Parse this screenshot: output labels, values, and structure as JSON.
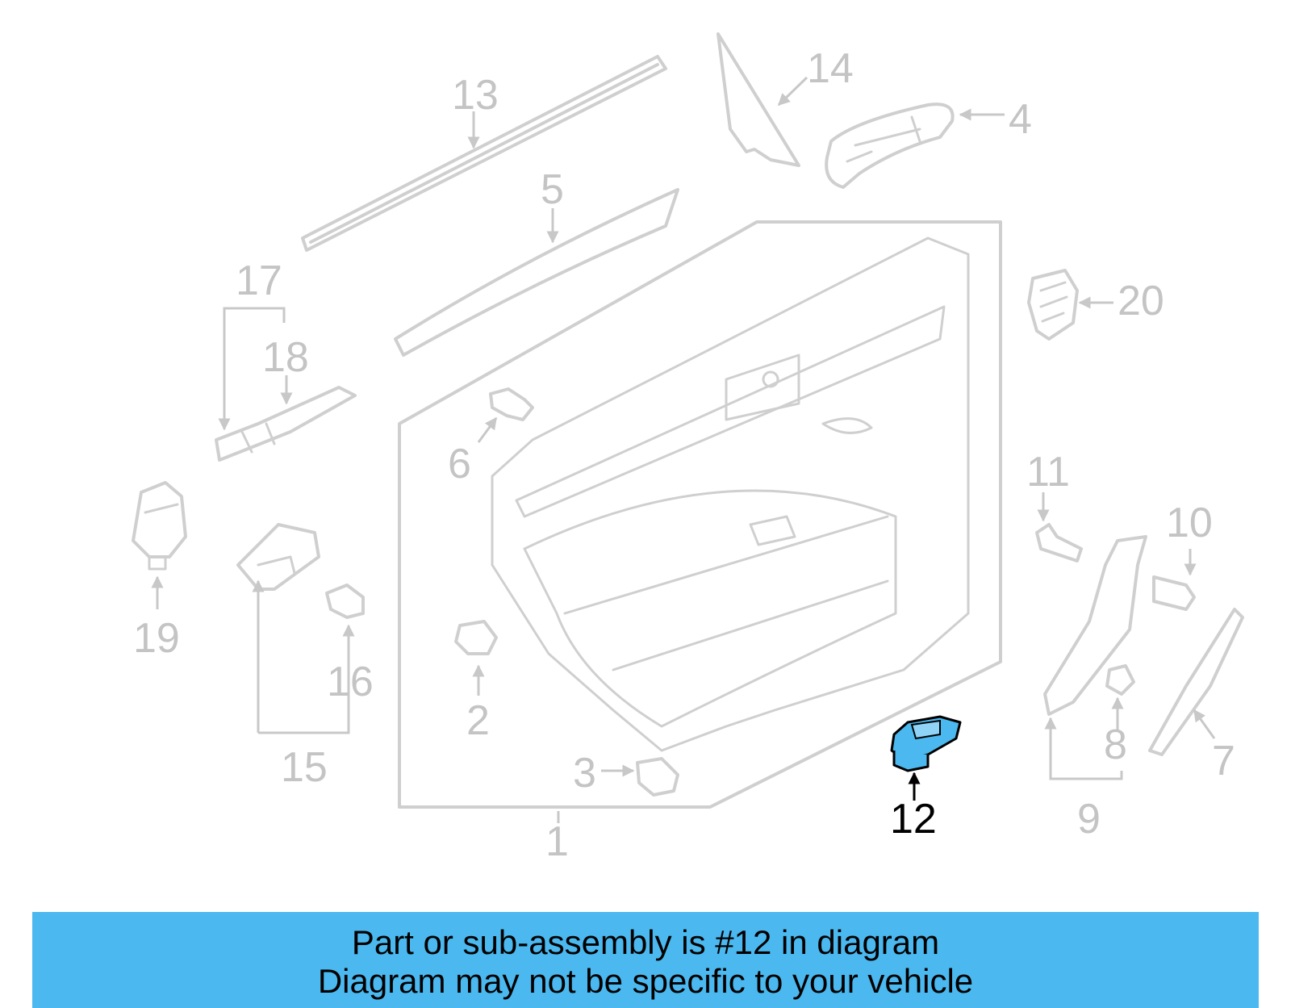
{
  "diagram": {
    "highlight_color": "#4bb8ef",
    "callout_labels": {
      "c1": "1",
      "c2": "2",
      "c3": "3",
      "c4": "4",
      "c5": "5",
      "c6": "6",
      "c7": "7",
      "c8": "8",
      "c9": "9",
      "c10": "10",
      "c11": "11",
      "c12": "12",
      "c13": "13",
      "c14": "14",
      "c15": "15",
      "c16": "16",
      "c17": "17",
      "c18": "18",
      "c19": "19",
      "c20": "20"
    }
  },
  "banner": {
    "line1": "Part or sub-assembly is #12 in diagram",
    "line2": "Diagram may not be specific to your vehicle"
  }
}
